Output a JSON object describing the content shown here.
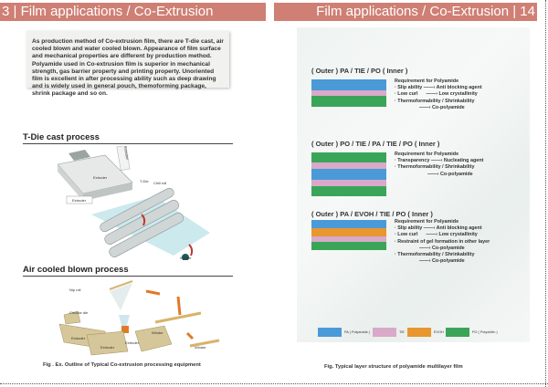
{
  "header_left": "3 | Film applications / Co-Extrusion",
  "header_right": "Film applications / Co-Extrusion | 14",
  "intro": "As production method of  Co-extrusion film, there are T-die cast, air cooled blown and water cooled blown. Appearance of film surface and mechanical properties are different by production method. Polyamide used in Co-extrusion film is superior in mechanical strength, gas barrier property and printing property. Unoriented film is excellent in after processing ability such as deep drawing and is widely used in general pouch, themoforming package, shrink package and so on.",
  "tdie": {
    "title": "T-Die cast process",
    "labels": {
      "extruder1": "Extruder",
      "extruder2": "Extruder",
      "extruder3": "Extruder",
      "tdie": "T-Die",
      "chill": "Chill roll",
      "winder": "Winder"
    }
  },
  "blown": {
    "title": "Air cooled blown process",
    "labels": {
      "nip": "Nip roll",
      "die": "Circular die",
      "ex1": "Extruder",
      "ex2": "Extruder",
      "ex3": "Extruder",
      "w1": "Winder",
      "w2": "Winder"
    }
  },
  "left_caption": "Fig . Ex. Outline of Typical Co-extrusion processing equipment",
  "colors": {
    "PA": "#4a9ad8",
    "TIE": "#d9a9c9",
    "EVOH": "#e8962e",
    "PO": "#3aa558",
    "header": "#cf7f73"
  },
  "structures": [
    {
      "title": "( Outer ) PA / TIE / PO ( Inner )",
      "layers": [
        "PA",
        "TIE",
        "PO"
      ],
      "req": "Requirement for Polyamide\n· Slip ability ——› Anti blocking agent\n· Low curl      ——› Low crystallinity\n· Thermoformability / Shrinkability\n                  ——› Co-polyamide"
    },
    {
      "title": "( Outer ) PO / TIE / PA / TIE / PO ( Inner )",
      "layers": [
        "PO",
        "TIE",
        "PA",
        "TIE",
        "PO"
      ],
      "req": "Requirement for Polyamide\n· Transparency ——› Nucleating agent\n· Thermoformability / Shrinkability\n                        ——› Co-polyamide"
    },
    {
      "title": "( Outer ) PA / EVOH / TIE / PO ( Inner )",
      "layers": [
        "PA",
        "EVOH",
        "TIE",
        "PO"
      ],
      "req": "Requirement for Polyamide\n· Slip ability ——› Anti blocking agent\n· Low curl      ——› Low crystallinity\n· Restraint of gel formation in other layer\n                  ——› Co-polyamide\n· Thermoformability / Shrinkability\n                  ——› Co-polyamide"
    }
  ],
  "legend": [
    {
      "key": "PA",
      "label": "PA ( Polyamide )"
    },
    {
      "key": "TIE",
      "label": "TIE"
    },
    {
      "key": "EVOH",
      "label": "EVOH"
    },
    {
      "key": "PO",
      "label": "PO ( Polyolefin )"
    }
  ],
  "right_caption": "Fig. Typical layer structure of polyamide multilayer film"
}
